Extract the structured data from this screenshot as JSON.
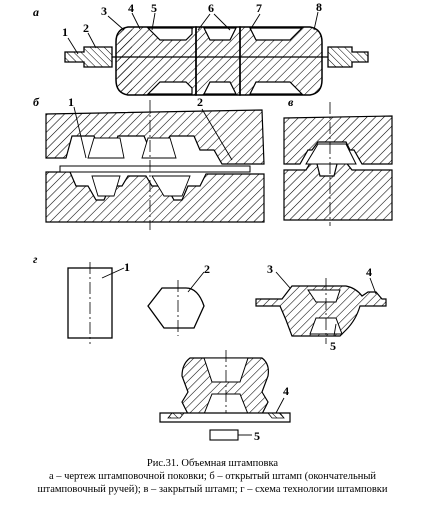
{
  "panels": {
    "a": "а",
    "b": "б",
    "v": "в",
    "g": "г"
  },
  "labels_a": [
    "1",
    "2",
    "3",
    "4",
    "5",
    "6",
    "7",
    "8"
  ],
  "labels_b": [
    "1",
    "2"
  ],
  "labels_g": [
    "1",
    "2",
    "3",
    "4",
    "5",
    "4",
    "5"
  ],
  "caption": {
    "title": "Рис.31. Объемная штамповка",
    "line1": "а – чертеж штамповочной поковки; б – открытый штамп (окончательный",
    "line2": "штамповочный ручей); в – закрытый штамп; г – схема технологии штамповки"
  }
}
